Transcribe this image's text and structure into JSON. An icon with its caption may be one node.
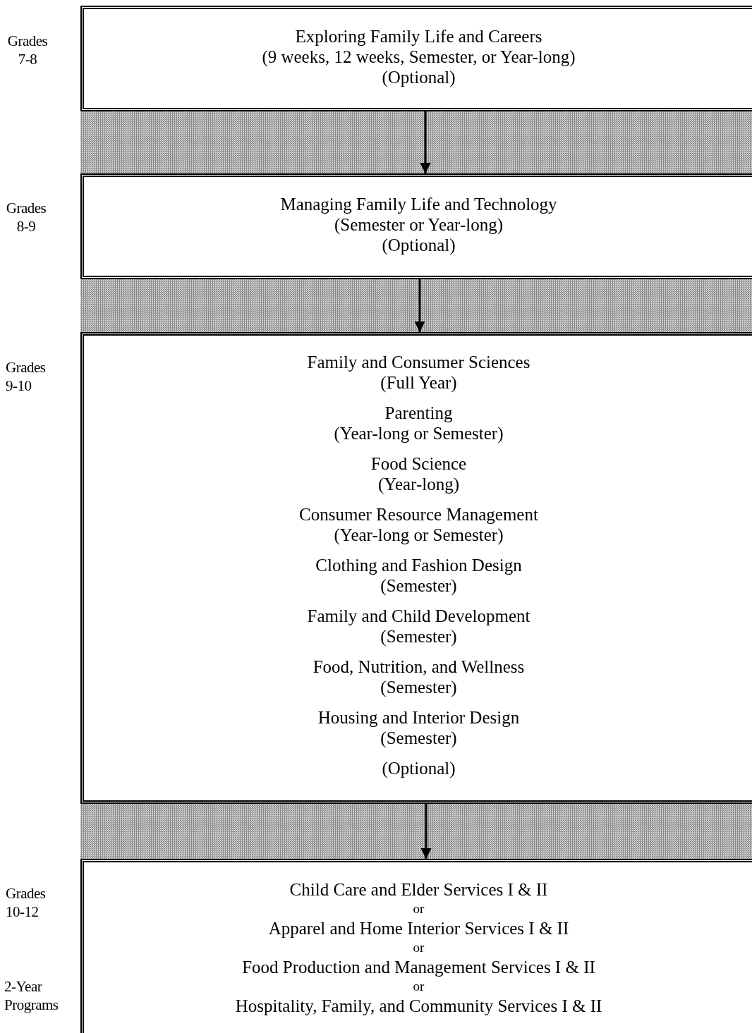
{
  "diagram": {
    "nodes": [
      {
        "text": [
          "Exploring Family Life and Careers",
          "(9 weeks, 12 weeks, Semester, or Year-long)",
          "(Optional)"
        ],
        "beside": [
          "Grades 7-8"
        ]
      },
      {
        "text": [
          "Managing Family Life and Technology",
          "(Semester or Year-long)",
          "(Optional)"
        ],
        "beside": [
          "Grades 8-9"
        ]
      },
      {
        "text": [
          "Family and Consumer Sciences",
          "(Full Year)",
          "Parenting",
          "(Year-long or Semester)",
          "Food Science",
          "(Year-long)",
          "Consumer Resource Management",
          "(Year-long or Semester)",
          "Clothing and Fashion Design",
          "(Semester)",
          "Family and Child Development",
          "(Semester)",
          "Food, Nutrition, and Wellness",
          "(Semester)",
          "Housing and Interior Design",
          "(Semester)",
          "(Optional)"
        ],
        "beside": [
          "Grades 9-10"
        ]
      },
      {
        "text": [
          "Child Care and Elder Services I & II",
          "or",
          "Apparel and Home Interior Services I & II",
          "or",
          "Food Production and Management Services I & II",
          "or",
          "Hospitality, Family, and Community Services I & II"
        ],
        "beside": [
          "Grades 10-12",
          "2-Year Programs"
        ]
      }
    ],
    "edges": [
      {
        "from": 0,
        "to": 1,
        "arrow": "to"
      },
      {
        "from": 1,
        "to": 2,
        "arrow": "to"
      },
      {
        "from": 2,
        "to": 3,
        "arrow": "to"
      }
    ]
  }
}
